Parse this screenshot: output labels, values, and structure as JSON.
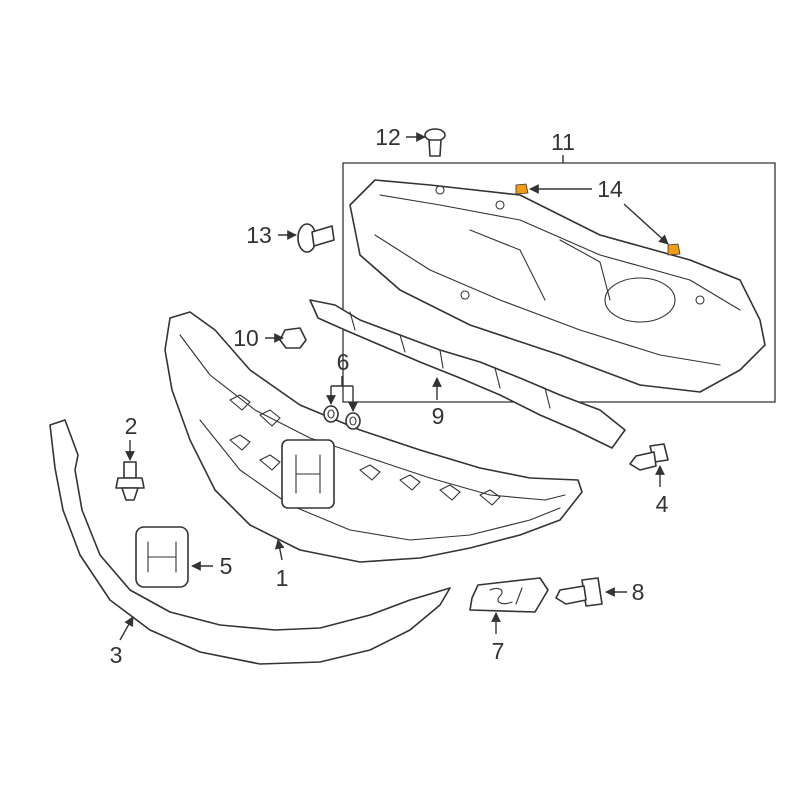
{
  "callouts": {
    "c1": "1",
    "c2": "2",
    "c3": "3",
    "c4": "4",
    "c5": "5",
    "c6": "6",
    "c7": "7",
    "c8": "8",
    "c9": "9",
    "c10": "10",
    "c11": "11",
    "c12": "12",
    "c13": "13",
    "c14": "14"
  },
  "colors": {
    "line": "#333333",
    "highlight": "#f39c12",
    "background": "#ffffff"
  }
}
